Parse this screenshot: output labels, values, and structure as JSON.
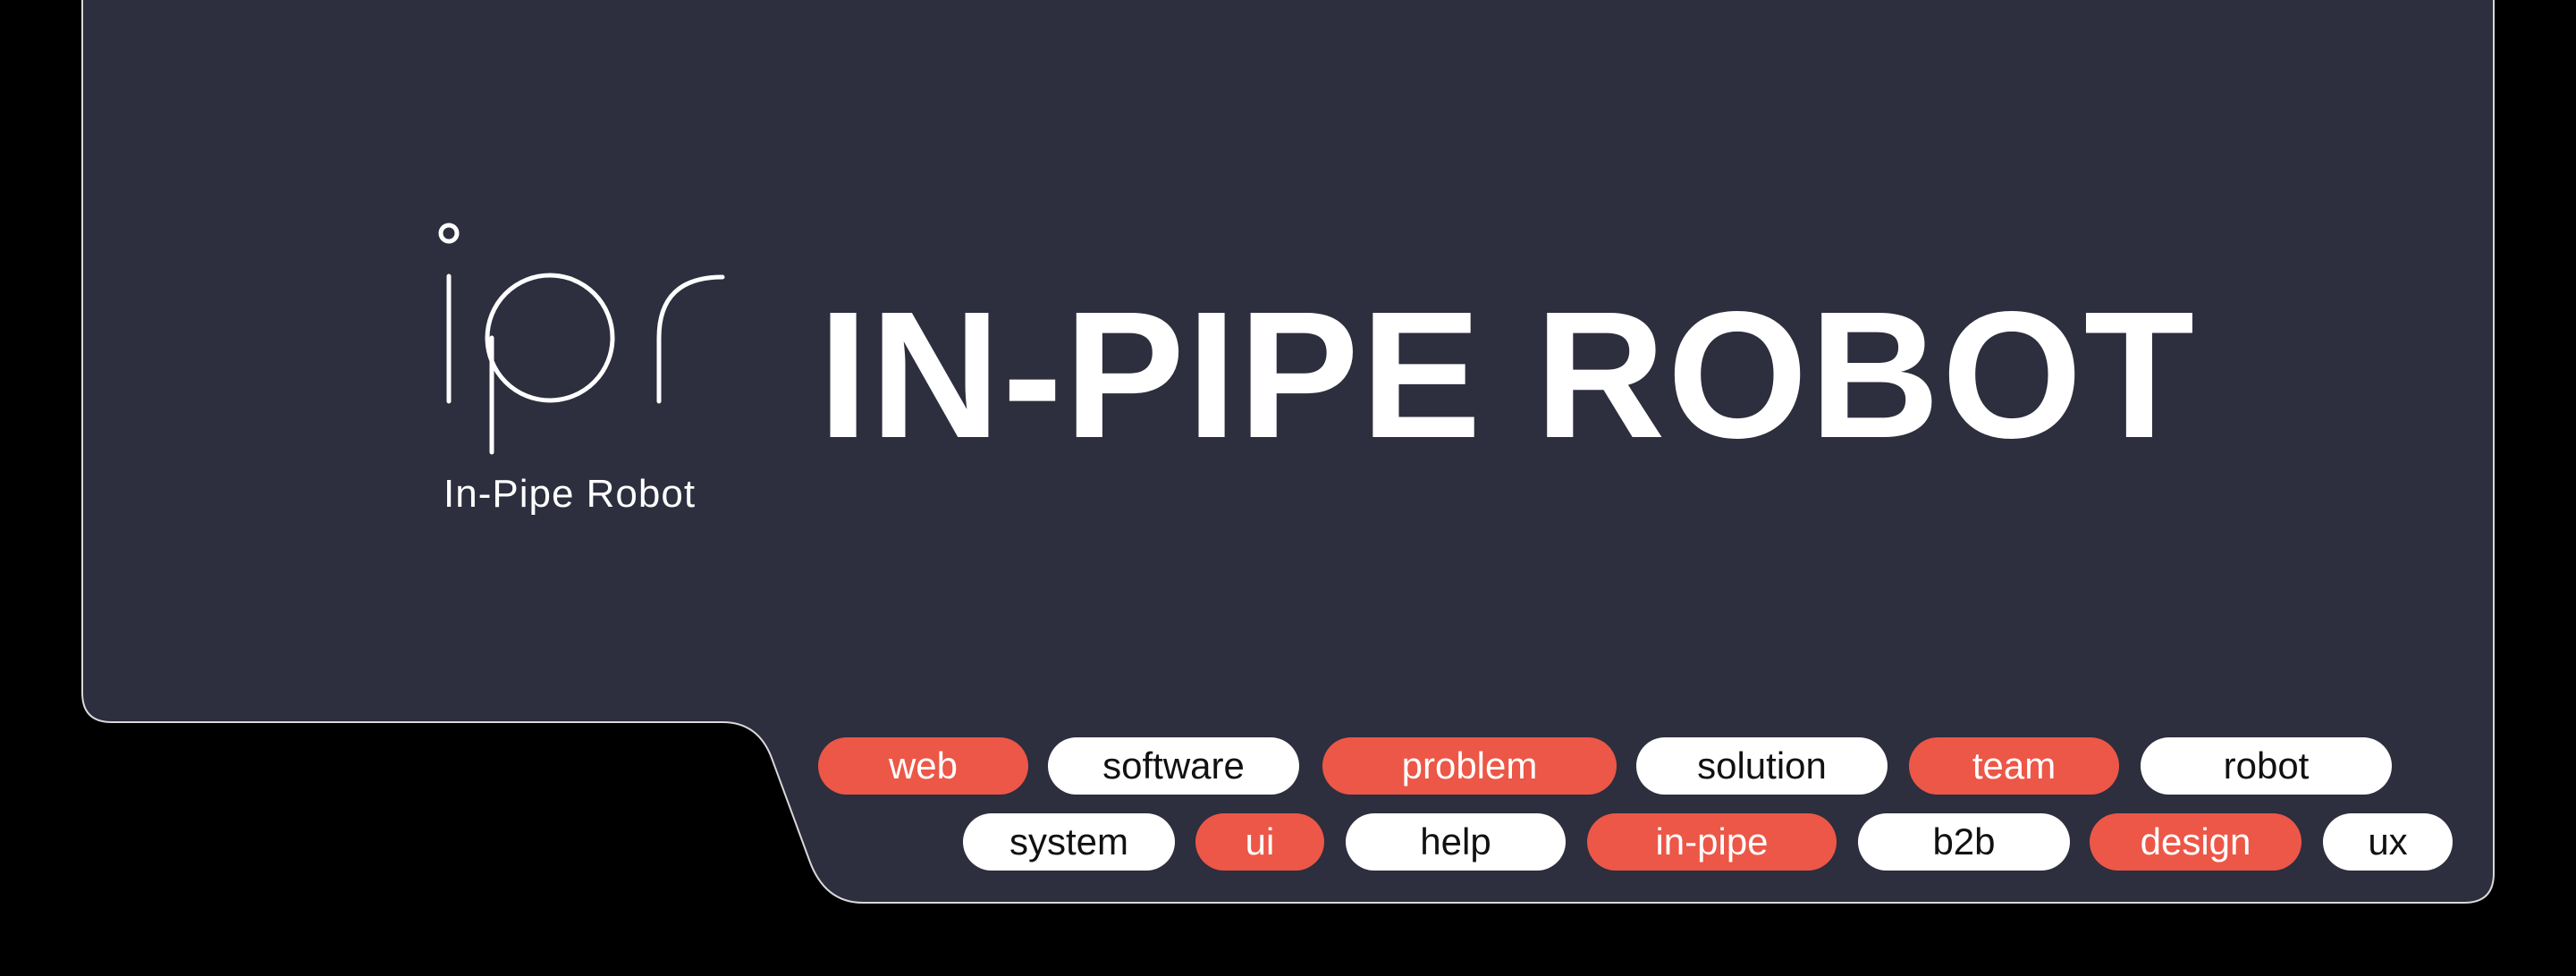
{
  "logo": {
    "mark": "ipr",
    "caption": "In-Pipe Robot"
  },
  "title": "IN-PIPE ROBOT",
  "colors": {
    "background": "#2d2e3e",
    "accent": "#ec5747",
    "tag_light": "#ffffff"
  },
  "tags": {
    "row1": [
      {
        "label": "web",
        "style": "red"
      },
      {
        "label": "software",
        "style": "white"
      },
      {
        "label": "problem",
        "style": "red"
      },
      {
        "label": "solution",
        "style": "white"
      },
      {
        "label": "team",
        "style": "red"
      },
      {
        "label": "robot",
        "style": "white"
      }
    ],
    "row2": [
      {
        "label": "system",
        "style": "white"
      },
      {
        "label": "ui",
        "style": "red"
      },
      {
        "label": "help",
        "style": "white"
      },
      {
        "label": "in-pipe",
        "style": "red"
      },
      {
        "label": "b2b",
        "style": "white"
      },
      {
        "label": "design",
        "style": "red"
      },
      {
        "label": "ux",
        "style": "white"
      }
    ]
  }
}
